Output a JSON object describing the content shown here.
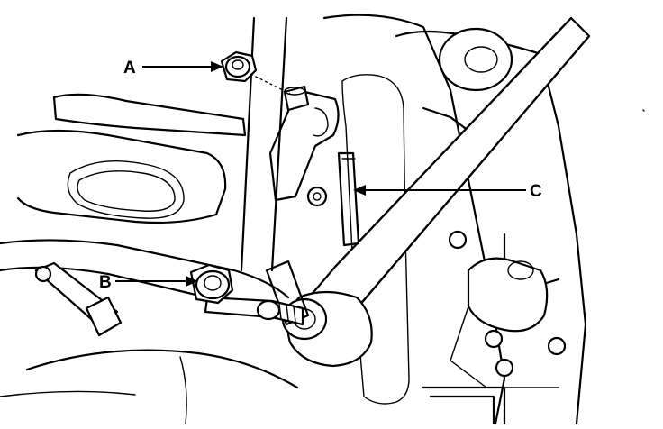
{
  "callouts": [
    {
      "id": "A",
      "label": "A",
      "part": "nut"
    },
    {
      "id": "B",
      "label": "B",
      "part": "nut"
    },
    {
      "id": "C",
      "label": "C",
      "part": "stabilizer link"
    }
  ],
  "colors": {
    "ink": "#000000",
    "background": "#ffffff"
  }
}
